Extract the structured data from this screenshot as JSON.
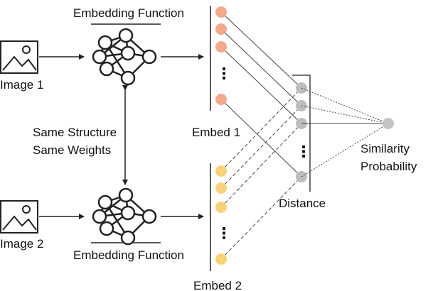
{
  "labels": {
    "image1": "Image 1",
    "image2": "Image 2",
    "embedding_function_top": "Embedding Function",
    "embedding_function_bottom": "Embedding Function",
    "same_structure": "Same Structure",
    "same_weights": "Same Weights",
    "embed1": "Embed 1",
    "embed2": "Embed 2",
    "distance": "Distance",
    "similarity_line1": "Similarity",
    "similarity_line2": "Probability",
    "ellipsis": "⋮"
  },
  "colors": {
    "embed1_node": "#f4a98c",
    "embed2_node": "#f8d27a",
    "distance_node": "#bdbdbd",
    "output_node": "#c4c4c4",
    "network_node": "#ffffff",
    "line": "#333333"
  },
  "icons": {
    "image1": "image-icon",
    "image2": "image-icon",
    "network": "neural-network-icon"
  }
}
